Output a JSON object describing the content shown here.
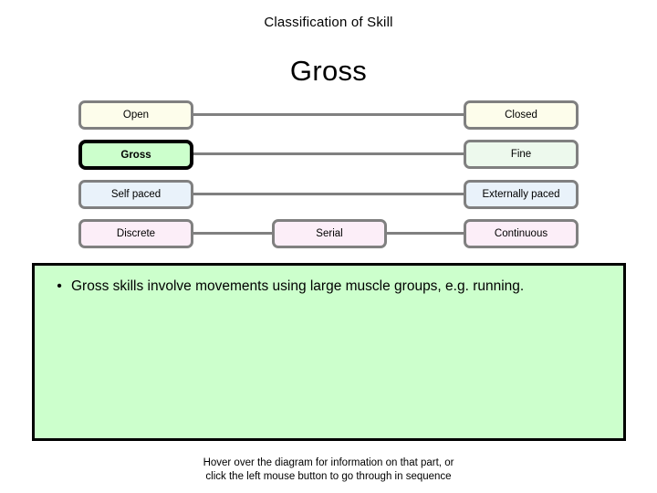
{
  "slide": {
    "title": "Classification of Skill",
    "heading": "Gross"
  },
  "diagram": {
    "rows": [
      {
        "left": {
          "label": "Open",
          "fill": "#FDFDEB",
          "highlight": false
        },
        "middle": null,
        "right": {
          "label": "Closed",
          "fill": "#FDFDEB",
          "highlight": false
        }
      },
      {
        "left": {
          "label": "Gross",
          "fill": "#CCFFCC",
          "highlight": true
        },
        "middle": null,
        "right": {
          "label": "Fine",
          "fill": "#EDF9ED",
          "highlight": false
        }
      },
      {
        "left": {
          "label": "Self paced",
          "fill": "#E9F2FA",
          "highlight": false
        },
        "middle": null,
        "right": {
          "label": "Externally paced",
          "fill": "#E9F2FA",
          "highlight": false
        }
      },
      {
        "left": {
          "label": "Discrete",
          "fill": "#FCEEF8",
          "highlight": false
        },
        "middle": {
          "label": "Serial",
          "fill": "#FCEEF8",
          "highlight": false
        },
        "right": {
          "label": "Continuous",
          "fill": "#FCEEF8",
          "highlight": false
        }
      }
    ]
  },
  "content": {
    "bullet_marker": "•",
    "bullet_text": "Gross skills involve movements using large muscle groups, e.g. running."
  },
  "footer": {
    "line1": "Hover over the diagram for information on that part, or",
    "line2": "click the left mouse button to go through in sequence"
  }
}
